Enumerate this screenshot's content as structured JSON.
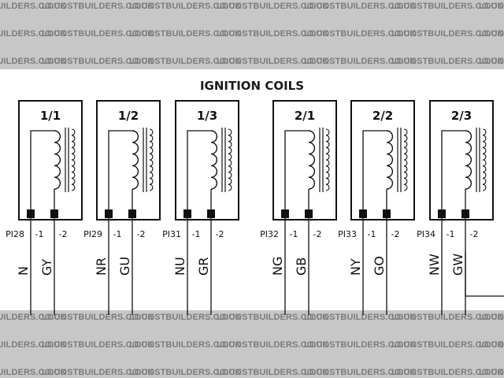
{
  "watermark": {
    "text": "LOCOSTBUILDERS.CO.UK"
  },
  "title": "IGNITION COILS",
  "coils": [
    {
      "label": "1/1",
      "pin_id": "PI28",
      "pin1": "-1",
      "pin2": "-2",
      "wire1": "N",
      "wire2": "GY"
    },
    {
      "label": "1/2",
      "pin_id": "PI29",
      "pin1": "-1",
      "pin2": "-2",
      "wire1": "NR",
      "wire2": "GU"
    },
    {
      "label": "1/3",
      "pin_id": "PI31",
      "pin1": "-1",
      "pin2": "-2",
      "wire1": "NU",
      "wire2": "GR"
    },
    {
      "label": "2/1",
      "pin_id": "PI32",
      "pin1": "-1",
      "pin2": "-2",
      "wire1": "NG",
      "wire2": "GB"
    },
    {
      "label": "2/2",
      "pin_id": "PI33",
      "pin1": "-1",
      "pin2": "-2",
      "wire1": "NY",
      "wire2": "GO"
    },
    {
      "label": "2/3",
      "pin_id": "PI34",
      "pin1": "-1",
      "pin2": "-2",
      "wire1": "NW",
      "wire2": "GW"
    }
  ],
  "colors": {
    "line": "#111111",
    "watermark_band": "#c7c7c7",
    "watermark_text": "#7c7c7c"
  }
}
